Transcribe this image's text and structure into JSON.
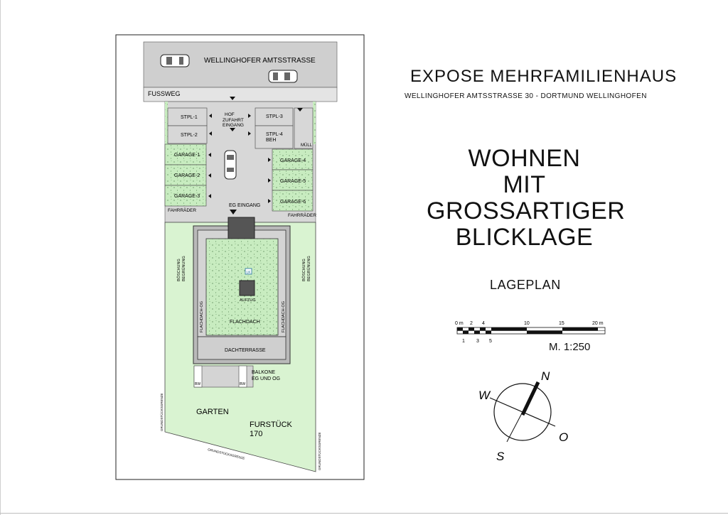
{
  "title": "EXPOSE MEHRFAMILIENHAUS",
  "subtitle": "WELLINGHOFER AMTSSTRASSE 30 - DORTMUND WELLINGHOFEN",
  "headline": [
    "WOHNEN",
    "MIT",
    "GROSSARTIGER",
    "BLICKLAGE"
  ],
  "plan_title": "LAGEPLAN",
  "scale_bar": {
    "top_labels": [
      "0 m",
      "2",
      "4",
      "10",
      "15",
      "20 m"
    ],
    "bottom_labels": [
      "1",
      "3",
      "5"
    ],
    "scale_text": "M. 1:250"
  },
  "compass": {
    "n": "N",
    "o": "O",
    "s": "S",
    "w": "W"
  },
  "site_plan": {
    "street": "WELLINGHOFER AMTSSTRASSE",
    "footpath": "FUSSWEG",
    "stpl1": "STPL-1",
    "stpl2": "STPL-2",
    "stpl3": "STPL-3",
    "stpl4": [
      "STPL-4",
      "BEH"
    ],
    "muell": "MÜLL",
    "hof": [
      "HOF",
      "ZUFAHRT",
      "EINGANG"
    ],
    "garages_left": [
      "GARAGE-1",
      "GARAGE-2",
      "GARAGE-3"
    ],
    "garages_right": [
      "GARAGE-4",
      "GARAGE-5",
      "GARAGE-6"
    ],
    "fahrraeder_left": "FAHRRÄDER",
    "fahrraeder_right": "FAHRRÄDER",
    "eg_eingang": "EG EINGANG",
    "boeschung_left": [
      "BÖSCHUNG",
      "BEGRÜNUNG"
    ],
    "boeschung_right": [
      "BÖSCHUNG",
      "BEGRÜNUNG"
    ],
    "lk": "LK",
    "aufzug": "AUFZUG",
    "flachdach": "FLACHDACH",
    "flachdach_og_left": "FLACHDACH-OG",
    "flachdach_og_right": "FLACHDACH-OG",
    "dachterrasse": "DACHTERRASSE",
    "bw_left": "BW",
    "bw_right": "BW",
    "balkone": [
      "BALKONE",
      "EG UND OG"
    ],
    "garten": "GARTEN",
    "flurstueck": [
      "FURSTÜCK",
      "170"
    ],
    "grenze_left": "GRUNDSTÜCKSGRENZE",
    "grenze_bottom": "GRUNDSTÜCKSGRENZE",
    "grenze_right": "GRUNDSTÜCKSGRENZE"
  },
  "colors": {
    "street": "#cfcfcf",
    "court": "#d7d7d7",
    "garden": "#d9f3d1",
    "roof": "#c8ecc0",
    "building_frame": "#b9b9b9",
    "ink": "#111111"
  }
}
